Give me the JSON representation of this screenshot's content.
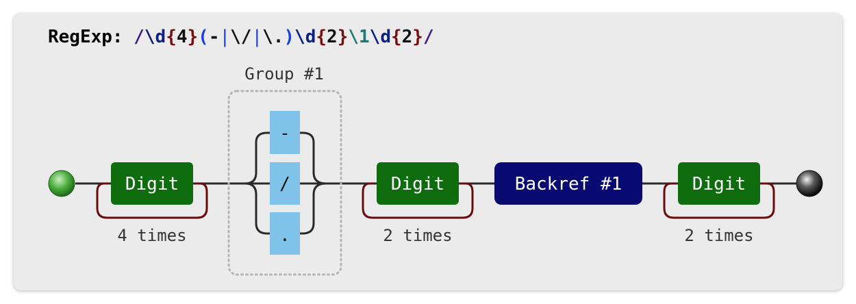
{
  "regex": {
    "label": "RegExp:",
    "tokens": [
      {
        "text": "/",
        "color": "#3a1f80"
      },
      {
        "text": "\\d",
        "color": "#0b1f80"
      },
      {
        "text": "{",
        "color": "#7a0c0c"
      },
      {
        "text": "4",
        "color": "#111111"
      },
      {
        "text": "}",
        "color": "#7a0c0c"
      },
      {
        "text": "(",
        "color": "#1a40e0"
      },
      {
        "text": "-",
        "color": "#111111"
      },
      {
        "text": "|",
        "color": "#1a40e0"
      },
      {
        "text": "\\/",
        "color": "#111111"
      },
      {
        "text": "|",
        "color": "#1a40e0"
      },
      {
        "text": "\\.",
        "color": "#111111"
      },
      {
        "text": ")",
        "color": "#1a40e0"
      },
      {
        "text": "\\d",
        "color": "#0b1f80"
      },
      {
        "text": "{",
        "color": "#7a0c0c"
      },
      {
        "text": "2",
        "color": "#111111"
      },
      {
        "text": "}",
        "color": "#7a0c0c"
      },
      {
        "text": "\\1",
        "color": "#1a7a7a"
      },
      {
        "text": "\\d",
        "color": "#0b1f80"
      },
      {
        "text": "{",
        "color": "#7a0c0c"
      },
      {
        "text": "2",
        "color": "#111111"
      },
      {
        "text": "}",
        "color": "#7a0c0c"
      },
      {
        "text": "/",
        "color": "#3a1f80"
      }
    ]
  },
  "diagram": {
    "group_label": "Group #1",
    "nodes": [
      {
        "id": "digit-1",
        "label": "Digit",
        "kind": "digit",
        "repeat": "4 times"
      },
      {
        "id": "group-1",
        "kind": "group",
        "alternatives": [
          "-",
          "/",
          "."
        ]
      },
      {
        "id": "digit-2",
        "label": "Digit",
        "kind": "digit",
        "repeat": "2 times"
      },
      {
        "id": "backref-1",
        "label": "Backref #1",
        "kind": "backref"
      },
      {
        "id": "digit-3",
        "label": "Digit",
        "kind": "digit",
        "repeat": "2 times"
      }
    ],
    "colors": {
      "digit_fill": "#0f6d0f",
      "backref_fill": "#0a0a73",
      "char_fill": "#7fc2ea",
      "repeat_loop": "#6b0a0a",
      "line": "#2a2a2a",
      "group_border": "#b4b4b4",
      "start_node": "#3aa33a",
      "end_node": "#222222"
    }
  }
}
